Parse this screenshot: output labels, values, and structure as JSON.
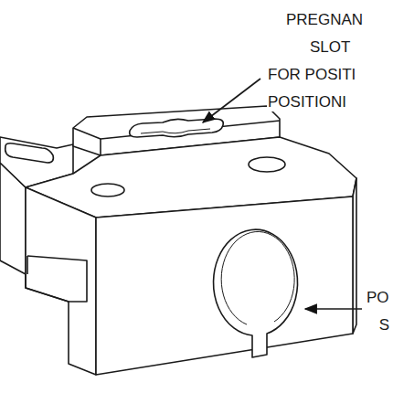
{
  "diagram": {
    "labels": [
      "PREGNAN",
      "SLOT",
      "FOR POSITI",
      "POSITIONI",
      "PO",
      "S"
    ]
  }
}
